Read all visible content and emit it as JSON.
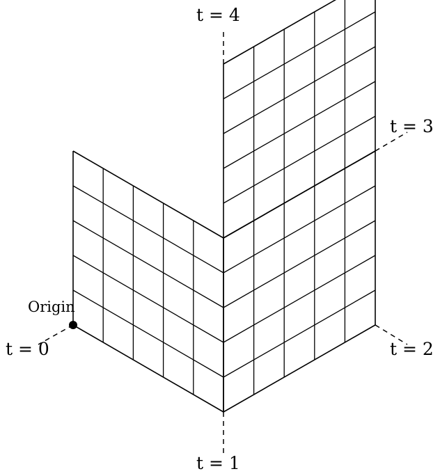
{
  "labels": {
    "t0": "t = 0",
    "t1": "t = 1",
    "t2": "t = 2",
    "t3": "t = 3",
    "t4": "t = 4",
    "origin": "Origin"
  },
  "grid": {
    "divisions": 5
  }
}
